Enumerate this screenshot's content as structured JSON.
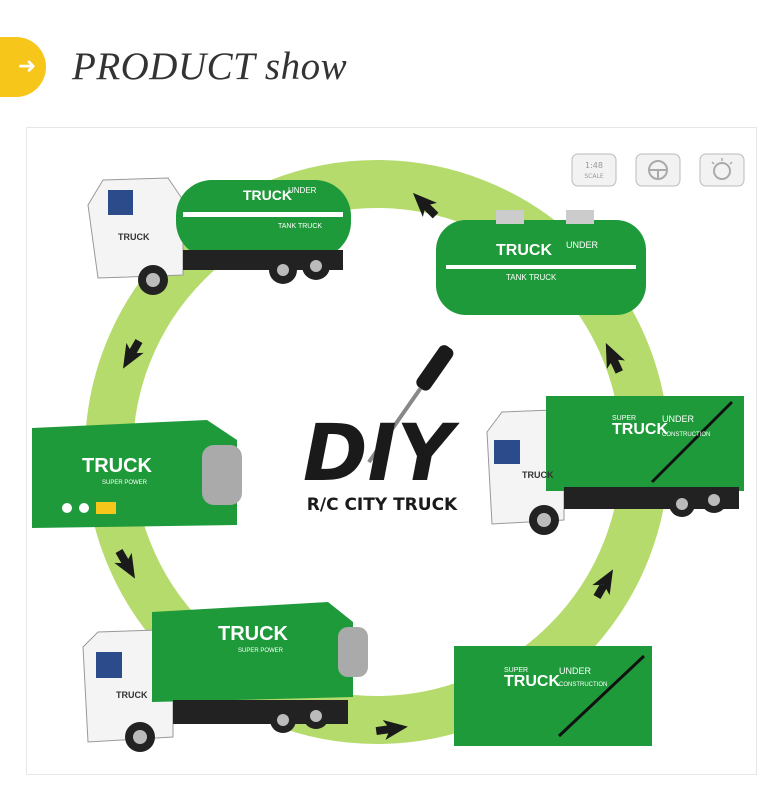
{
  "header": {
    "title": "PRODUCT show",
    "arrow_icon": "chevron-right-icon"
  },
  "center": {
    "logo_text": "DIY",
    "subtitle": "R/C CITY TRUCK",
    "tool_icon": "screwdriver-icon"
  },
  "badges": {
    "scale_line1": "1:48",
    "scale_line2": "SCALE",
    "icons": [
      "scale-badge-icon",
      "steering-wheel-icon",
      "light-icon"
    ]
  },
  "trucks": {
    "tank_brand": "TRUCK",
    "tank_tag": "UNDER",
    "tank_sub": "TANK TRUCK",
    "garbage_brand": "TRUCK",
    "garbage_sub": "SUPER POWER",
    "container_brand": "TRUCK",
    "container_tag": "UNDER",
    "container_sub": "CONSTRUCTION",
    "container_top": "SUPER",
    "cab_brand": "TRUCK"
  },
  "colors": {
    "ring": "#b5db6d",
    "truck_green": "#1e9a3a",
    "accent_yellow": "#f6c61a",
    "arrow": "#1a1a1a"
  }
}
